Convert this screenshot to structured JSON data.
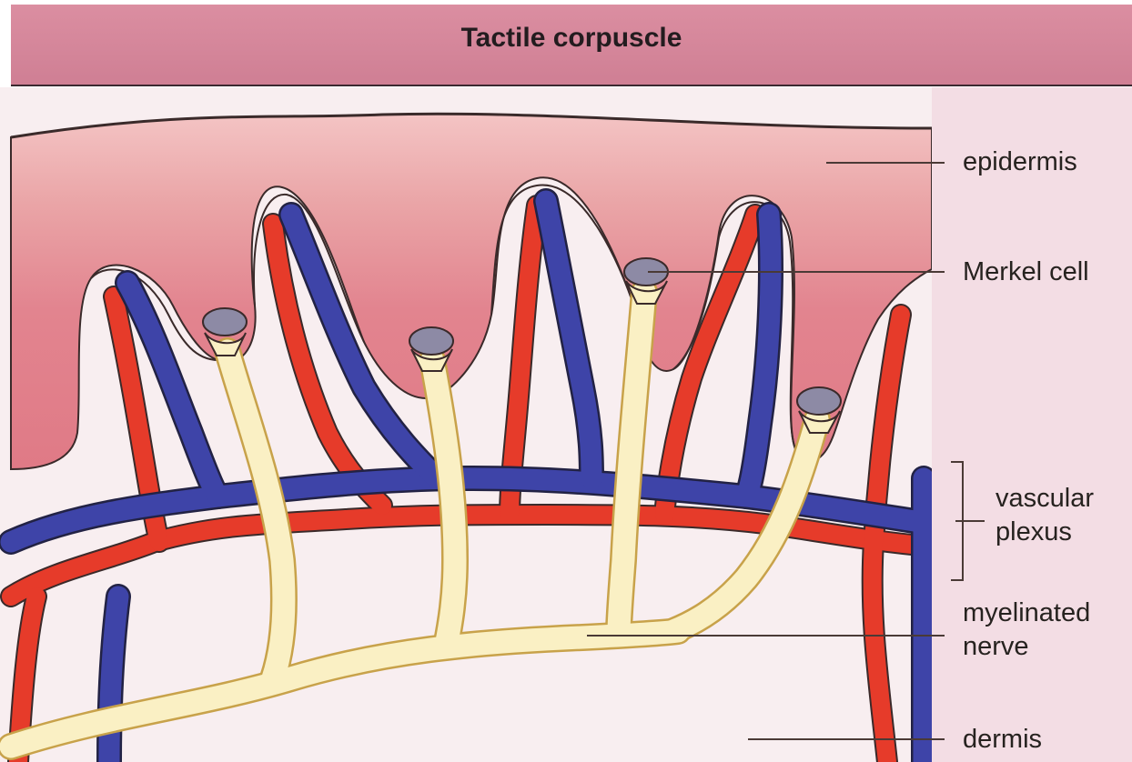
{
  "title": "Tactile corpuscle",
  "labels": {
    "epidermis": "epidermis",
    "merkel_cell": "Merkel cell",
    "vascular_plexus": [
      "vascular",
      "plexus"
    ],
    "myelinated_nerve": [
      "myelinated",
      "nerve"
    ],
    "dermis": "dermis"
  },
  "colors": {
    "title_band": "#d78a9e",
    "epidermis": "#e2848f",
    "dermis": "#f8eef0",
    "artery": "#e63b2a",
    "vein": "#3e44a8",
    "nerve": "#f9eec0",
    "merkel": "#8d8aa5"
  }
}
